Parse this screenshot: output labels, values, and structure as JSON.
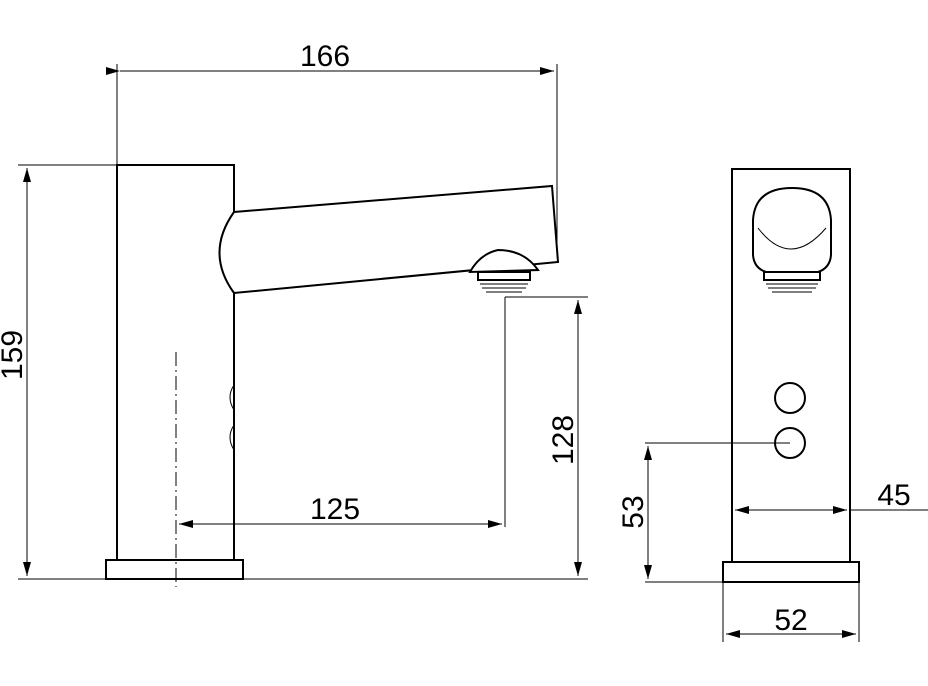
{
  "side_view": {
    "total_width": "166",
    "total_height": "159",
    "spout_height": "128",
    "spout_reach": "125"
  },
  "front_view": {
    "sensor_height": "53",
    "body_width": "45",
    "base_width": "52"
  }
}
